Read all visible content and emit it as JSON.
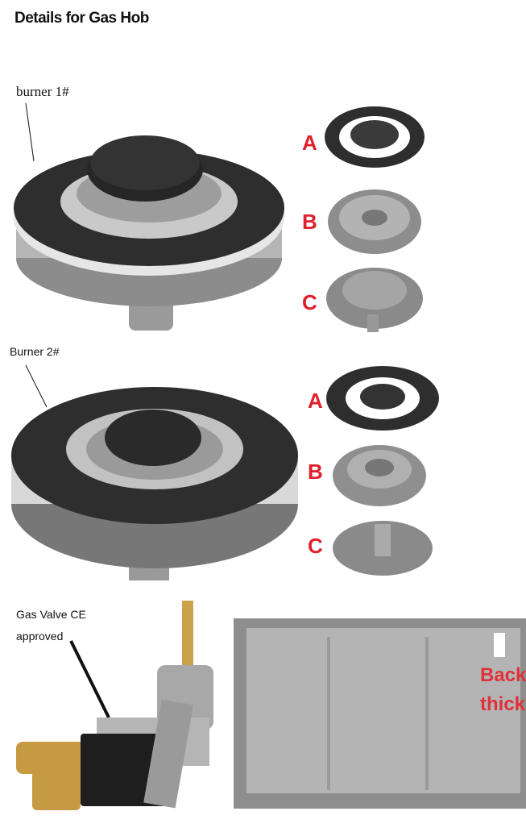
{
  "title": "Details for Gas Hob",
  "burner1": {
    "label": "burner 1#",
    "parts": [
      "A",
      "B",
      "C"
    ]
  },
  "burner2": {
    "label": "Burner 2#",
    "parts": [
      "A",
      "B",
      "C"
    ]
  },
  "valve": {
    "label_line1": "Gas Valve CE",
    "label_line2": "approved"
  },
  "tray": {
    "text_line1": "Back",
    "text_line2": "thick"
  },
  "colors": {
    "label_red": "#e0202a",
    "ring_black": "#2a2a2a",
    "metal_grey": "#a8a8a8"
  }
}
